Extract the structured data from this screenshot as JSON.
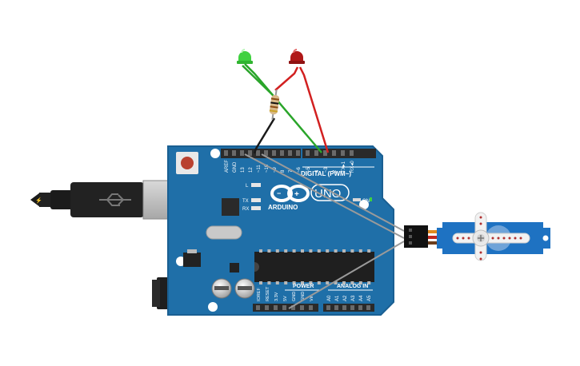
{
  "board": {
    "model_mark": "UNO",
    "brand": "ARDUINO",
    "digital_header_label": "DIGITAL (PWM~)",
    "power_label": "POWER",
    "analog_label": "ANALOG IN",
    "led_l": "L",
    "led_tx": "TX",
    "led_rx": "RX",
    "on_label": "ON",
    "top_pins": [
      "AREF",
      "GND",
      "13",
      "12",
      "~11",
      "~10",
      "~9",
      "8",
      "7",
      "~6",
      "~5",
      "4",
      "~3",
      "2",
      "TX▸1",
      "RX◂0"
    ],
    "power_pins": [
      "IOREF",
      "RESET",
      "3.3V",
      "5V",
      "GND",
      "GND",
      "Vin"
    ],
    "analog_pins": [
      "A0",
      "A1",
      "A2",
      "A3",
      "A4",
      "A5"
    ]
  },
  "colors": {
    "board": "#1f6fa8",
    "board_edge": "#1a5f92",
    "header": "#2a2a2a",
    "wire_green": "#2aa52a",
    "wire_red": "#d22020",
    "wire_black": "#1a1a1a",
    "wire_gray": "#9a9a9a",
    "servo_body": "#1e72c2",
    "led_green": "#3fd13f",
    "led_red": "#b01818"
  },
  "components": {
    "led_green_icon": "led-green-icon",
    "led_red_icon": "led-red-icon",
    "resistor_icon": "resistor-icon",
    "servo_icon": "servo-motor-icon",
    "usb_icon": "usb-cable-icon",
    "power_jack_icon": "dc-power-jack-icon"
  }
}
